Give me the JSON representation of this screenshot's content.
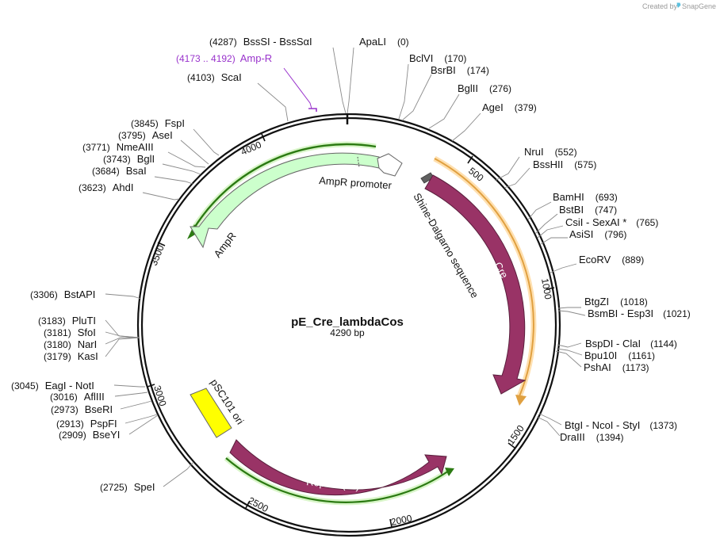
{
  "plasmid": {
    "name": "pE_Cre_lambdaCos",
    "length": "4290 bp"
  },
  "credit": {
    "prefix": "Created by",
    "brand": "SnapGene"
  },
  "ticks": [
    "500",
    "1000",
    "1500",
    "2000",
    "2500",
    "3000",
    "3500",
    "4000"
  ],
  "features": {
    "ampr": "AmpR",
    "ampr_promoter": "AmpR promoter",
    "cre": "Cre",
    "shine_dalgarno": "Shine-Dalgarno sequence",
    "psc101_ori": "pSC101 ori",
    "rep101": "Rep101(Ts)"
  },
  "sites": [
    {
      "pos": "(4287)",
      "name": "BssSI  -  BssSαI"
    },
    {
      "pos": "(0)",
      "name": "ApaLI"
    },
    {
      "pos": "(4173 .. 4192)",
      "name": "Amp-R"
    },
    {
      "pos": "(170)",
      "name": "BclVI"
    },
    {
      "pos": "(174)",
      "name": "BsrBI"
    },
    {
      "pos": "(4103)",
      "name": "ScaI"
    },
    {
      "pos": "(276)",
      "name": "BglII"
    },
    {
      "pos": "(379)",
      "name": "AgeI"
    },
    {
      "pos": "(3845)",
      "name": "FspI"
    },
    {
      "pos": "(3795)",
      "name": "AseI"
    },
    {
      "pos": "(3771)",
      "name": "NmeAIII"
    },
    {
      "pos": "(552)",
      "name": "NruI"
    },
    {
      "pos": "(3743)",
      "name": "BglI"
    },
    {
      "pos": "(575)",
      "name": "BssHII"
    },
    {
      "pos": "(3684)",
      "name": "BsaI"
    },
    {
      "pos": "(3623)",
      "name": "AhdI"
    },
    {
      "pos": "(693)",
      "name": "BamHI"
    },
    {
      "pos": "(747)",
      "name": "BstBI"
    },
    {
      "pos": "(765)",
      "name": "CsiI  -  SexAI *"
    },
    {
      "pos": "(796)",
      "name": "AsiSI"
    },
    {
      "pos": "(889)",
      "name": "EcoRV"
    },
    {
      "pos": "(3306)",
      "name": "BstAPI"
    },
    {
      "pos": "(1018)",
      "name": "BtgZI"
    },
    {
      "pos": "(1021)",
      "name": "BsmBI  -  Esp3I"
    },
    {
      "pos": "(3183)",
      "name": "PluTI"
    },
    {
      "pos": "(3181)",
      "name": "SfoI"
    },
    {
      "pos": "(3180)",
      "name": "NarI"
    },
    {
      "pos": "(3179)",
      "name": "KasI"
    },
    {
      "pos": "(1144)",
      "name": "BspDI  -  ClaI"
    },
    {
      "pos": "(1161)",
      "name": "Bpu10I"
    },
    {
      "pos": "(1173)",
      "name": "PshAI"
    },
    {
      "pos": "(3045)",
      "name": "EagI  -  NotI"
    },
    {
      "pos": "(3016)",
      "name": "AflIII"
    },
    {
      "pos": "(2973)",
      "name": "BseRI"
    },
    {
      "pos": "(2913)",
      "name": "PspFI"
    },
    {
      "pos": "(2909)",
      "name": "BseYI"
    },
    {
      "pos": "(1373)",
      "name": "BtgI  -  NcoI  -  StyI"
    },
    {
      "pos": "(1394)",
      "name": "DraIII"
    },
    {
      "pos": "(2725)",
      "name": "SpeI"
    }
  ],
  "colors": {
    "ampr": "#ccffcc",
    "cre": "#993366",
    "ori": "#ffff00",
    "primer_green": "#33aa11",
    "primer_orange": "#ff9933",
    "misc_violet": "#9933cc"
  }
}
